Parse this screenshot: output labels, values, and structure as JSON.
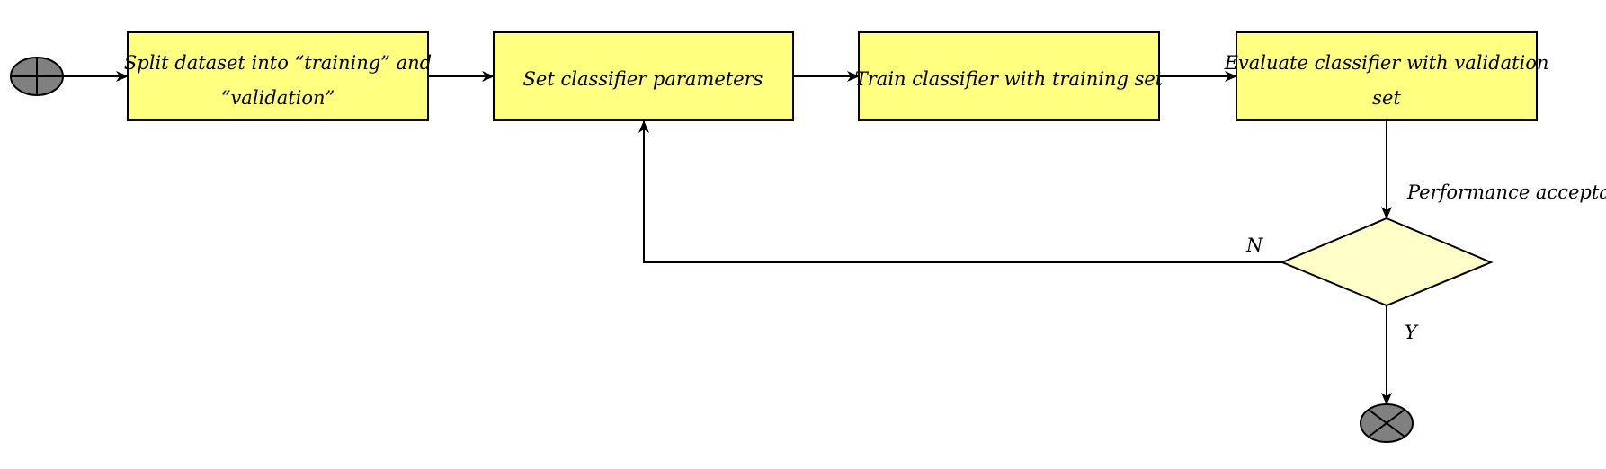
{
  "diagram": {
    "colors": {
      "box_fill": "#ffff80",
      "decision_fill": "#ffffc8",
      "terminal_fill": "#808080",
      "stroke": "#000000"
    },
    "nodes": {
      "start": {
        "shape": "circle-plus",
        "icon": "start-node-icon"
      },
      "split": {
        "line1": "Split dataset into “training” and",
        "line2": "“validation”"
      },
      "set_params": {
        "label": "Set classifier parameters"
      },
      "train": {
        "label": "Train classifier with training set"
      },
      "evaluate": {
        "line1": "Evaluate classifier with validation",
        "line2": "set"
      },
      "decision": {
        "question": "Performance acceptable?"
      },
      "end": {
        "shape": "circle-x",
        "icon": "end-node-icon"
      }
    },
    "edge_labels": {
      "no": "N",
      "yes": "Y"
    }
  }
}
